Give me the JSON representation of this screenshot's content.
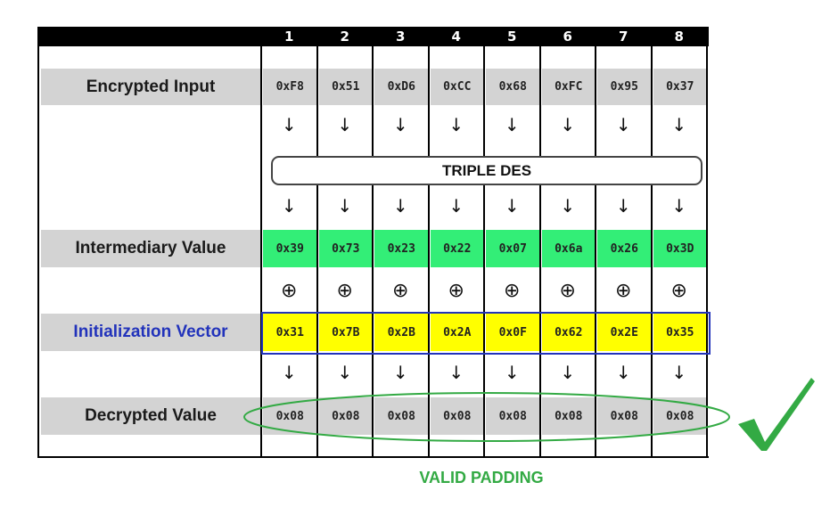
{
  "columns": [
    "1",
    "2",
    "3",
    "4",
    "5",
    "6",
    "7",
    "8"
  ],
  "rows": {
    "encrypted": {
      "label": "Encrypted Input",
      "values": [
        "0xF8",
        "0x51",
        "0xD6",
        "0xCC",
        "0x68",
        "0xFC",
        "0x95",
        "0x37"
      ]
    },
    "intermediary": {
      "label": "Intermediary Value",
      "values": [
        "0x39",
        "0x73",
        "0x23",
        "0x22",
        "0x07",
        "0x6a",
        "0x26",
        "0x3D"
      ]
    },
    "iv": {
      "label": "Initialization Vector",
      "values": [
        "0x31",
        "0x7B",
        "0x2B",
        "0x2A",
        "0x0F",
        "0x62",
        "0x2E",
        "0x35"
      ]
    },
    "decrypted": {
      "label": "Decrypted Value",
      "values": [
        "0x08",
        "0x08",
        "0x08",
        "0x08",
        "0x08",
        "0x08",
        "0x08",
        "0x08"
      ]
    }
  },
  "cipher_label": "TRIPLE DES",
  "arrow_symbol": "↓",
  "xor_symbol": "⊕",
  "result_label": "VALID PADDING",
  "check_symbol": "✔",
  "colors": {
    "intermediary": "#33ee77",
    "iv": "#ffff00",
    "iv_text": "#2233bb",
    "valid": "#33aa44",
    "gray": "#d3d3d3"
  }
}
